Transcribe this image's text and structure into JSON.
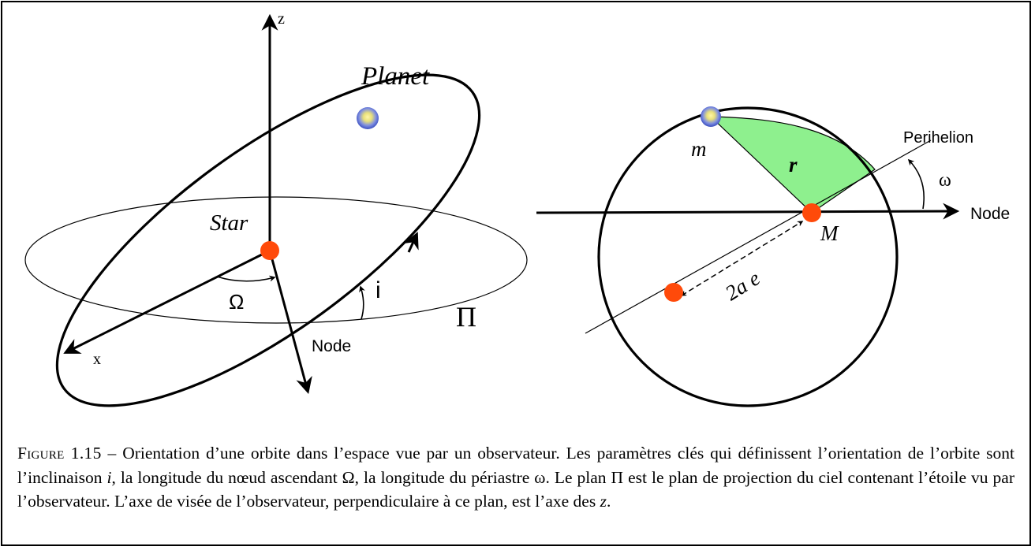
{
  "left_diagram": {
    "z_axis_label": "z",
    "x_axis_label": "x",
    "planet_label": "Planet",
    "star_label": "Star",
    "omega_label": "Ω",
    "inclination_label": "i",
    "plane_label": "Π",
    "node_label": "Node"
  },
  "right_diagram": {
    "perihelion_label": "Perihelion",
    "node_label": "Node",
    "omega_label": "ω",
    "m_label": "m",
    "r_label": "r",
    "big_m_label": "M",
    "distance_label": "2a e"
  },
  "caption": {
    "label": "Figure 1.15",
    "dash": " – ",
    "part1": "Orientation d’une orbite dans l’espace vue par un observateur. Les paramètres clés qui définissent l’orientation de l’orbite sont l’inclinaison ",
    "i_symbol": "i",
    "part2": ", la longitude du nœud ascendant Ω, la longitude du périastre ω. Le plan Π est le plan de projection du ciel contenant l’étoile vu par l’observateur. L’axe de visée de l’observateur, perpendiculaire à ce plan, est l’axe des ",
    "z_symbol": "z",
    "part3": "."
  },
  "colors": {
    "star": "#ff4a0a",
    "planet_outer": "#5b6fd6",
    "planet_inner": "#ffe66b",
    "sector_fill": "#8ef08e"
  }
}
